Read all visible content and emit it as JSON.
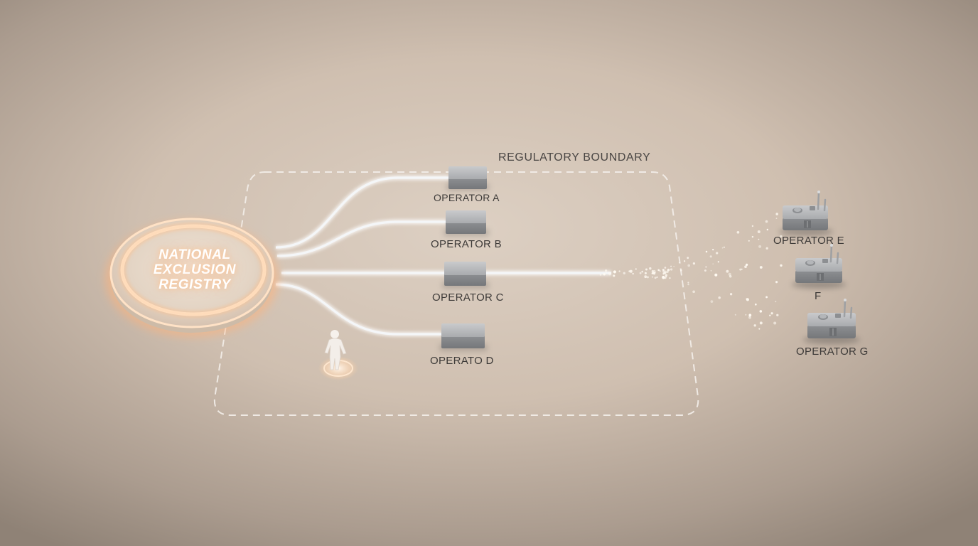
{
  "registry": {
    "lines": [
      "NATIONAL",
      "EXCLUSION",
      "REGISTRY"
    ]
  },
  "boundary": {
    "label": "REGULATORY BOUNDARY"
  },
  "operators_inside": [
    {
      "label": "OPERATOR A"
    },
    {
      "label": "OPERATOR B"
    },
    {
      "label": "OPERATOR C"
    },
    {
      "label": "OPERATO D"
    }
  ],
  "operators_outside": [
    {
      "label": "OPERATOR E"
    },
    {
      "label": "F"
    },
    {
      "label": "OPERATOR G"
    }
  ],
  "colors": {
    "background": "#d3c5b8",
    "glow": "#ffb27a",
    "connector": "#f4f6f8",
    "device": "#9a9c9f",
    "boundary_dash": "#f1ece7",
    "text": "#3d3a38"
  }
}
